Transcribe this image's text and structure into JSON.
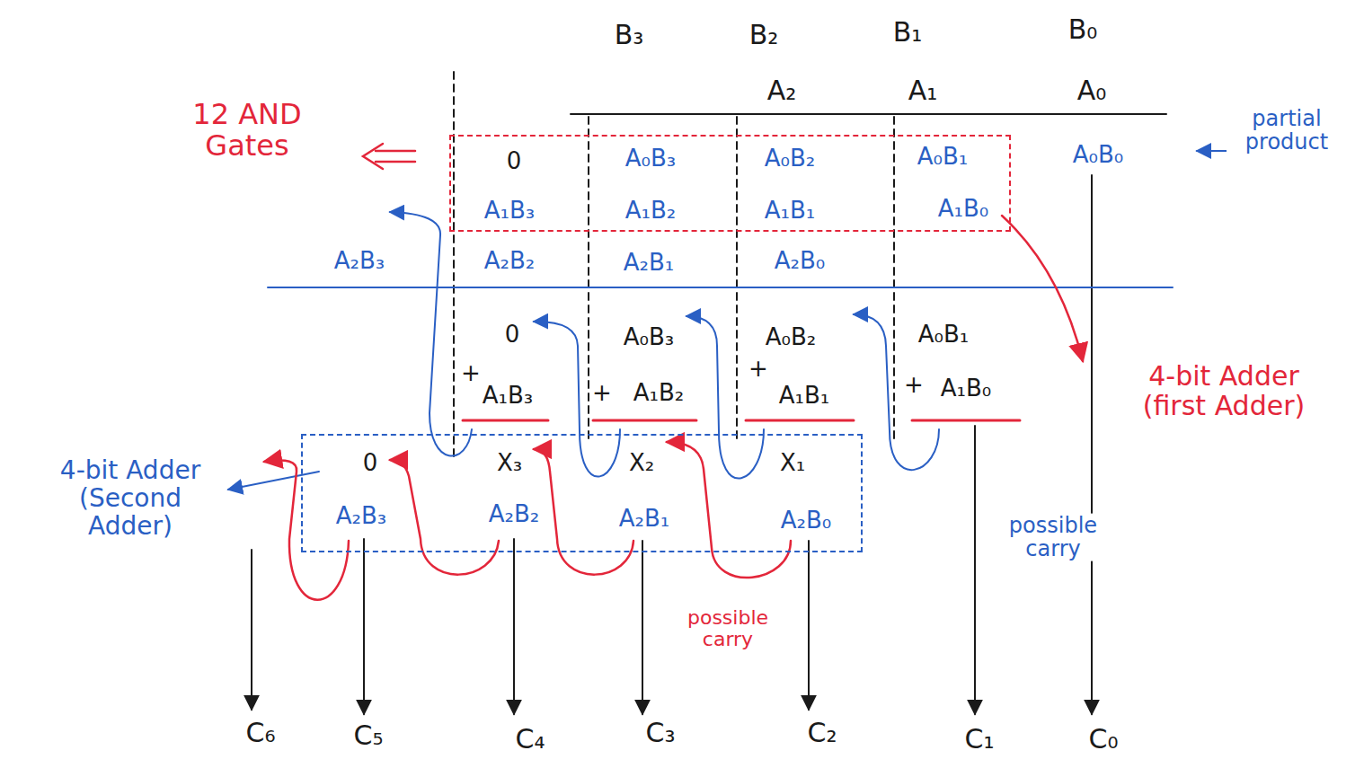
{
  "diagram": {
    "nodes": [
      {
        "text": [
          "0",
          "A₀B₃",
          "A₀B₂",
          "A₀B₁",
          "A₁B₃",
          "A₁B₂",
          "A₁B₁",
          "A₁B₀"
        ]
      },
      {
        "text": [
          "0",
          "X₃",
          "X₂",
          "X₁",
          "A₂B₃",
          "A₂B₂",
          "A₂B₁",
          "A₂B₀"
        ]
      }
    ],
    "labels": [
      "B₃",
      "B₂",
      "B₁",
      "B₀",
      "A₂",
      "A₁",
      "A₀",
      "12 AND Gates",
      "A₀B₀",
      "partial product",
      "A₂B₃",
      "A₂B₂",
      "A₂B₁",
      "A₂B₀",
      "0",
      "+",
      "A₁B₃",
      "A₀B₃",
      "+",
      "A₁B₂",
      "A₀B₂",
      "+",
      "A₁B₁",
      "A₀B₁",
      "+",
      "A₁B₀",
      "4-bit Adder (first Adder)",
      "4-bit Adder (Second Adder)",
      "possible carry",
      "possible carry",
      "C₆",
      "C₅",
      "C₄",
      "C₃",
      "C₂",
      "C₁",
      "C₀"
    ]
  }
}
